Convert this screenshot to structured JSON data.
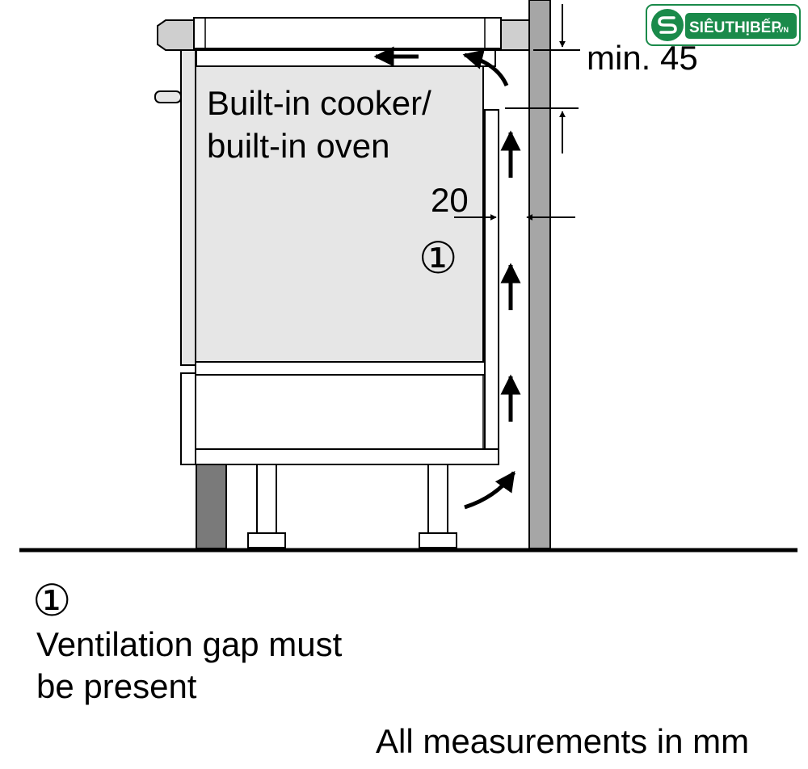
{
  "diagram": {
    "cooker_label_line1": "Built-in cooker/",
    "cooker_label_line2": "built-in oven",
    "dimension_top": "min. 45",
    "dimension_gap": "20",
    "marker": "①"
  },
  "legend": {
    "marker": "①",
    "line1": "Ventilation gap must",
    "line2": "be present"
  },
  "footer": {
    "units_note": "All measurements in mm"
  },
  "logo": {
    "brand": "SIÊUTHỊBẾP",
    "domain": ".VN",
    "colors": {
      "primary": "#1a8a4a",
      "accent": "#e53935"
    }
  },
  "colors": {
    "panel_gray": "#e6e6e6",
    "wall_gray": "#a6a6a6",
    "plinth_dark": "#7a7a7a",
    "line": "#000000"
  }
}
